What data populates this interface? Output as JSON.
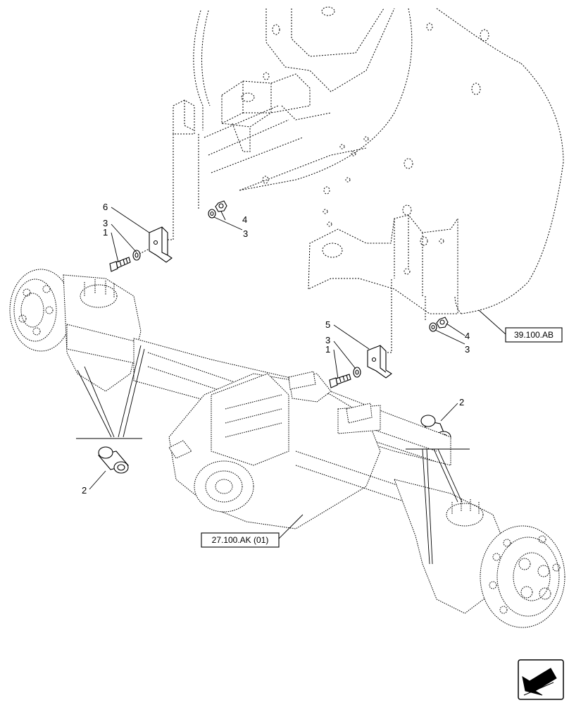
{
  "callouts": {
    "c6": "6",
    "c3_left": "3",
    "c1_left": "1",
    "c4_top": "4",
    "c3_top": "3",
    "c5": "5",
    "c3_mid": "3",
    "c1_mid": "1",
    "c4_right": "4",
    "c3_right": "3",
    "c2_right": "2",
    "c2_left": "2"
  },
  "references": {
    "frame_ref": "39.100.AB",
    "axle_ref": "27.100.AK (01)"
  },
  "nav": {
    "icon": "next-page-arrow-icon"
  }
}
